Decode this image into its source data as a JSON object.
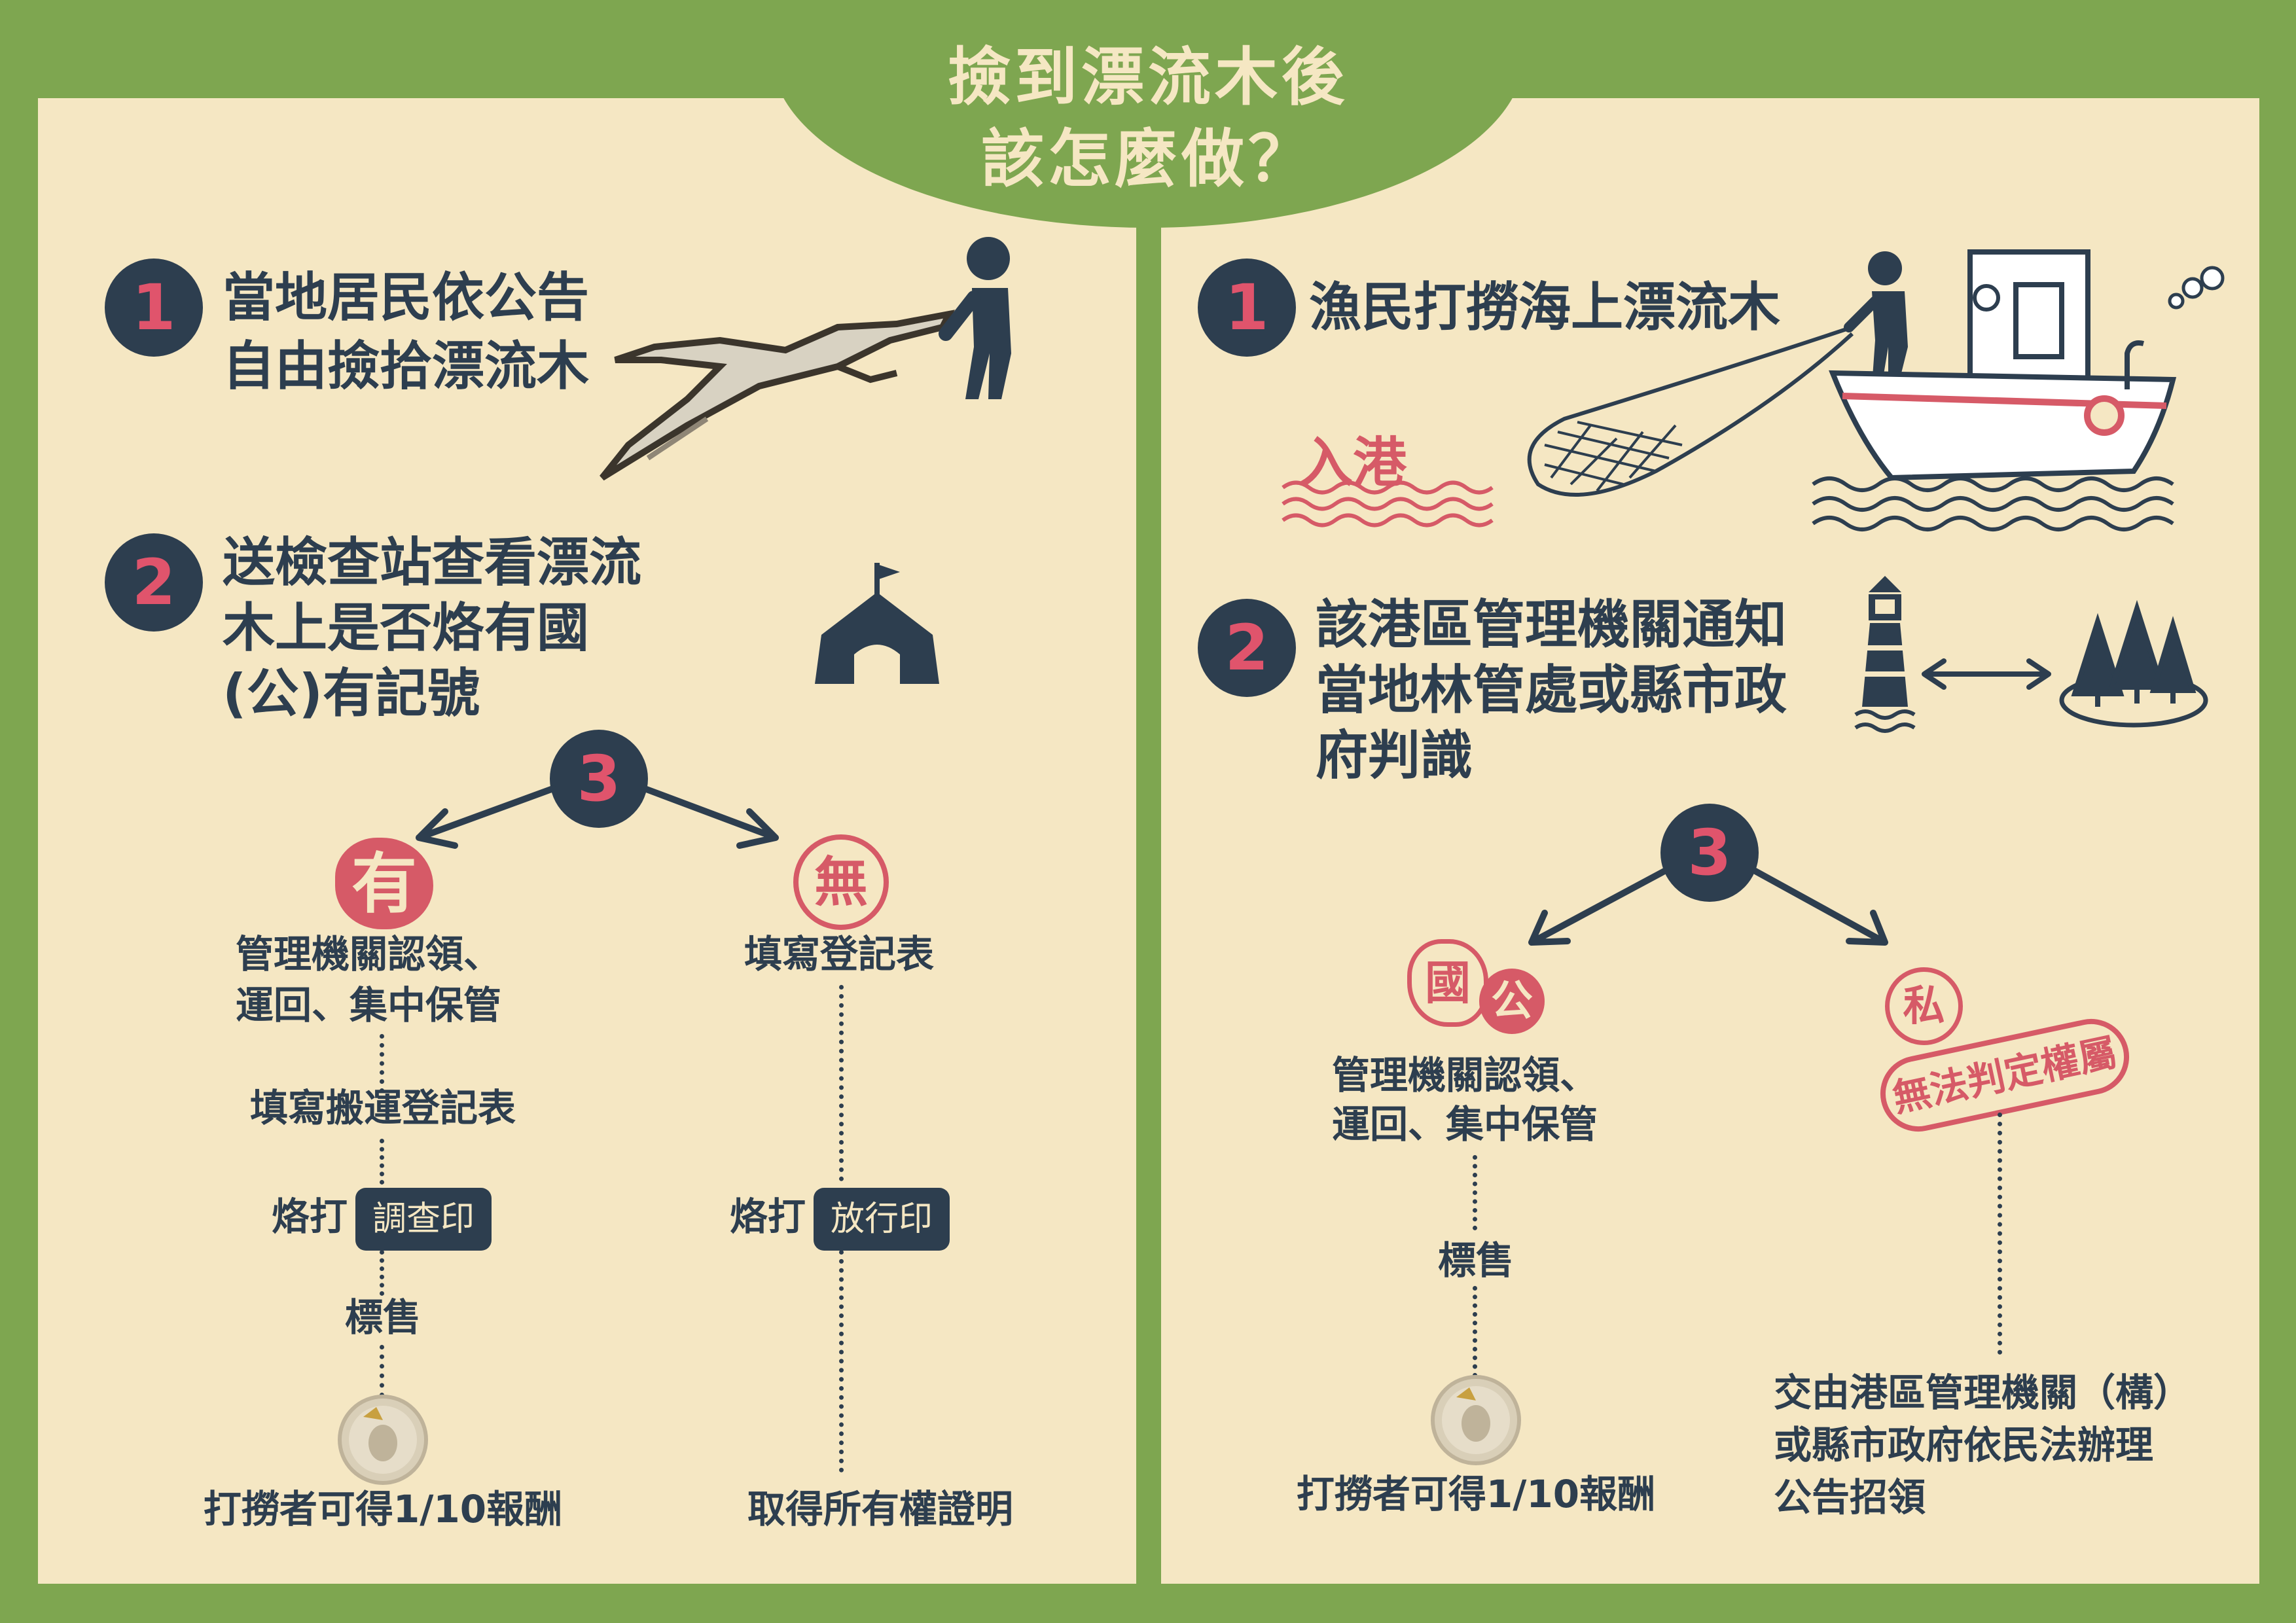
{
  "title": {
    "line1": "撿到漂流木後",
    "line2": "該怎麼做？"
  },
  "left": {
    "step1": {
      "num": "1",
      "line1": "當地居民依公告",
      "line2": "自由撿拾漂流木"
    },
    "step2": {
      "num": "2",
      "line1": "送檢查站查看漂流",
      "line2": "木上是否烙有國",
      "line3": "(公)有記號"
    },
    "step3": {
      "num": "3"
    },
    "yes": {
      "seal": "有",
      "line1": "管理機關認領、",
      "line2": "運回、集中保管",
      "form": "填寫搬運登記表",
      "stamp_prefix": "烙打",
      "stamp_tag": "調查印",
      "sale": "標售",
      "reward": "打撈者可得1/10報酬"
    },
    "no": {
      "seal": "無",
      "form": "填寫登記表",
      "stamp_prefix": "烙打",
      "stamp_tag": "放行印",
      "result": "取得所有權證明"
    }
  },
  "right": {
    "step1": {
      "num": "1",
      "line1": "漁民打撈海上漂流木",
      "harbor": "入港"
    },
    "step2": {
      "num": "2",
      "line1": "該港區管理機關通知",
      "line2": "當地林管處或縣市政",
      "line3": "府判識"
    },
    "step3": {
      "num": "3"
    },
    "public": {
      "seal1": "國",
      "seal2": "公",
      "line1": "管理機關認領、",
      "line2": "運回、集中保管",
      "sale": "標售",
      "reward": "打撈者可得1/10報酬"
    },
    "private": {
      "seal": "私",
      "stamp": "無法判定權屬",
      "line1": "交由港區管理機關（構）",
      "line2": "或縣市政府依民法辦理",
      "line3": "公告招領"
    }
  },
  "colors": {
    "green": "#7ea650",
    "cream": "#f5e7c3",
    "navy": "#2d3e4f",
    "red": "#d65a67"
  }
}
